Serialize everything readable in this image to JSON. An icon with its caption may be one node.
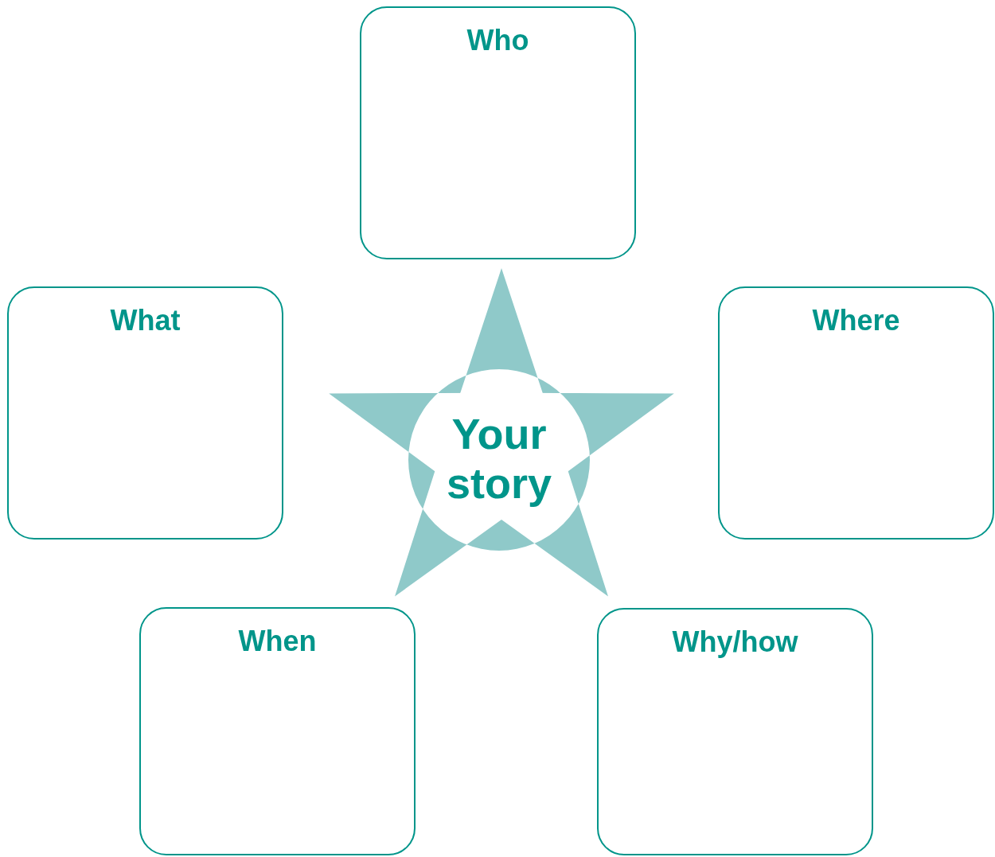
{
  "diagram": {
    "nodes": [
      {
        "text": [
          "Who"
        ]
      },
      {
        "text": [
          "What"
        ]
      },
      {
        "text": [
          "Your story"
        ]
      },
      {
        "text": [
          "Where"
        ]
      },
      {
        "text": [
          "When"
        ]
      },
      {
        "text": [
          "Why/how"
        ]
      }
    ]
  }
}
